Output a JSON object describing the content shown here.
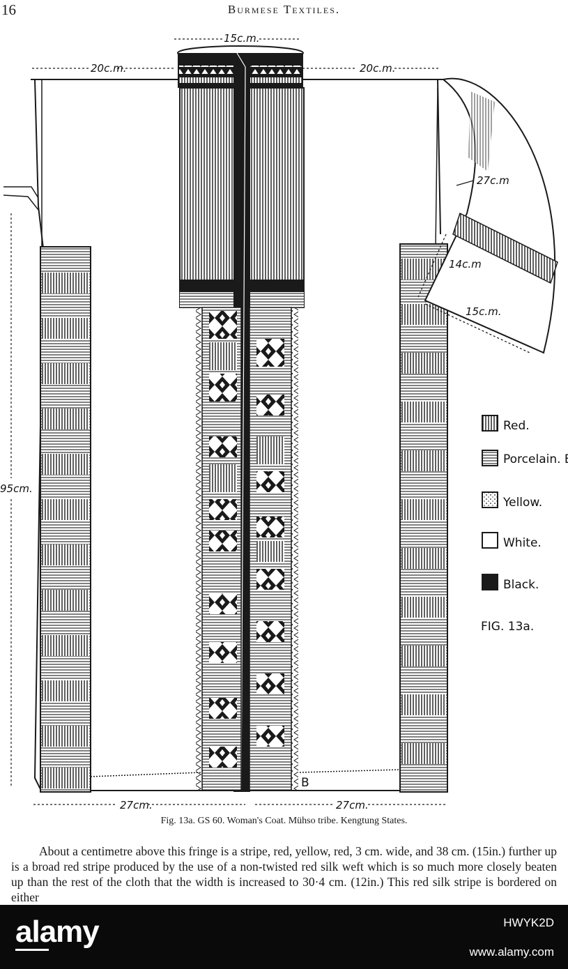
{
  "header": {
    "page_number": "16",
    "running_title": "Burmese Textiles."
  },
  "figure": {
    "dimensions": {
      "collar_width": "15c.m.",
      "left_shoulder": "20c.m.",
      "right_shoulder": "20c.m.",
      "sleeve_length": "27c.m",
      "sleeve_band": "14c.m",
      "cuff_width": "15c.m.",
      "coat_length": "95cm.",
      "left_bottom": "27cm.",
      "right_bottom": "27cm."
    },
    "legend": [
      {
        "label": "Red.",
        "pattern": "vertical-hatch"
      },
      {
        "label": "Porcelain. Blue.",
        "pattern": "horizontal-hatch"
      },
      {
        "label": "Yellow.",
        "pattern": "dots"
      },
      {
        "label": "White.",
        "pattern": "blank"
      },
      {
        "label": "Black.",
        "pattern": "solid"
      }
    ],
    "figure_label": "FIG. 13a.",
    "ink_color": "#1a1a1a"
  },
  "caption": "Fig. 13a.   GS 60.   Woman's Coat.   Mühso tribe.  Kengtung States.",
  "body_text": "About a centimetre above this fringe is a stripe, red, yellow, red, 3 cm. wide, and 38 cm. (15in.) further up is a broad red stripe produced by the use of a non-twisted red silk weft which is so much more closely beaten up than the rest of the cloth that the width is increased to 30·4 cm. (12in.) This red silk stripe is bordered on either",
  "footer": {
    "brand": "alamy",
    "image_id": "HWYK2D",
    "url": "www.alamy.com"
  }
}
